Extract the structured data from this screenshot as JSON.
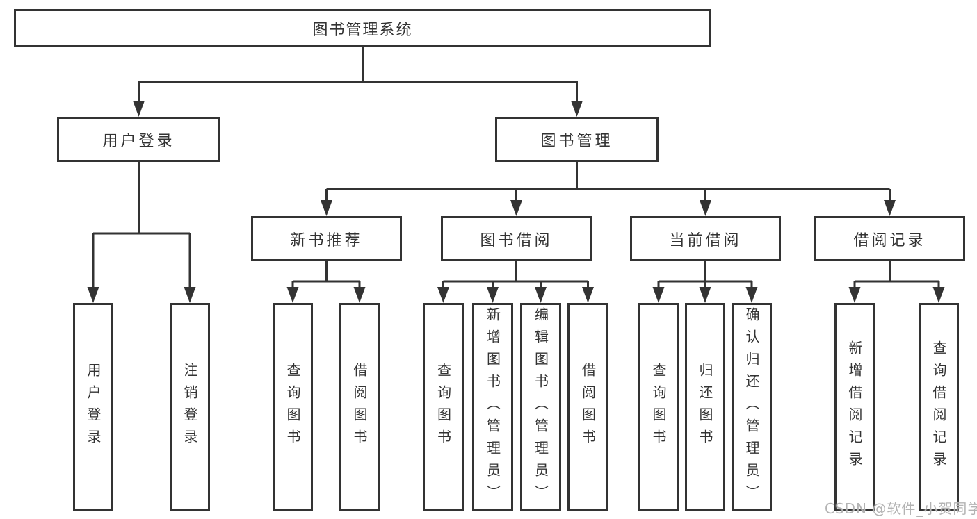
{
  "root": {
    "label": "图书管理系统"
  },
  "user_login": {
    "label": "用户登录",
    "children": [
      {
        "label": "用户登录"
      },
      {
        "label": "注销登录"
      }
    ]
  },
  "book_management": {
    "label": "图书管理",
    "children": [
      {
        "label": "新书推荐",
        "children": [
          {
            "label": "查询图书"
          },
          {
            "label": "借阅图书"
          }
        ]
      },
      {
        "label": "图书借阅",
        "children": [
          {
            "label": "查询图书"
          },
          {
            "label": "新增图书（管理员）"
          },
          {
            "label": "编辑图书（管理员）"
          },
          {
            "label": "借阅图书"
          }
        ]
      },
      {
        "label": "当前借阅",
        "children": [
          {
            "label": "查询图书"
          },
          {
            "label": "归还图书"
          },
          {
            "label": "确认归还（管理员）"
          }
        ]
      },
      {
        "label": "借阅记录",
        "children": [
          {
            "label": "新增借阅记录"
          },
          {
            "label": "查询借阅记录"
          }
        ]
      }
    ]
  },
  "watermark": "CSDN @软件_小贺同学",
  "colors": {
    "line": "#333333",
    "text": "#333333",
    "background": "#ffffff",
    "watermark": "#b3b3b3"
  }
}
